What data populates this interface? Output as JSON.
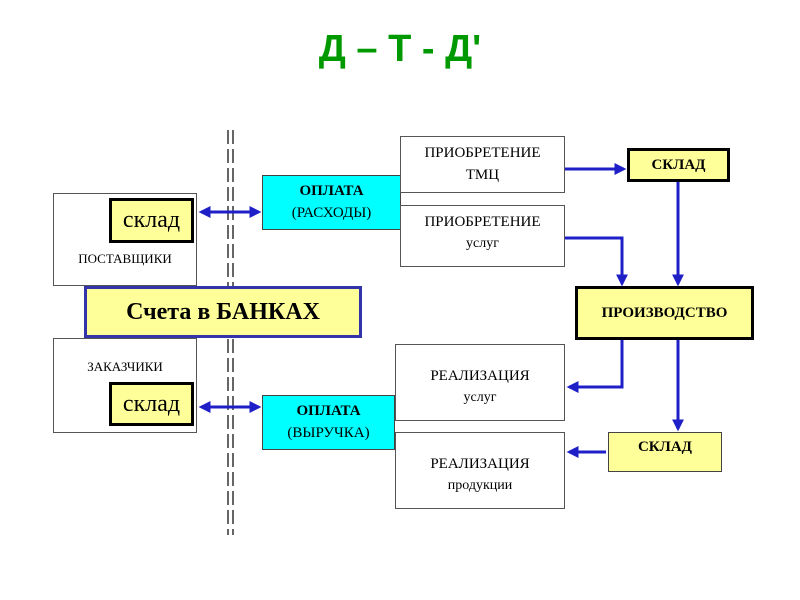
{
  "title": "Д – Т - Д'",
  "colors": {
    "title": "#009900",
    "arrow": "#1f1fc8",
    "yellow": "#ffff99",
    "cyan": "#00ffff",
    "bank_border": "#3333aa"
  },
  "suppliers": {
    "label": "ПОСТАВЩИКИ",
    "stock": "склад"
  },
  "customers": {
    "label": "ЗАКАЗЧИКИ",
    "stock": "склад"
  },
  "banks": "Счета в БАНКАХ",
  "payment_out": {
    "line1": "ОПЛАТА",
    "line2": "(РАСХОДЫ)"
  },
  "payment_in": {
    "line1": "ОПЛАТА",
    "line2": "(ВЫРУЧКА)"
  },
  "purchase_goods": {
    "line1": "ПРИОБРЕТЕНИЕ",
    "line2": "ТМЦ"
  },
  "purchase_services": {
    "line1": "ПРИОБРЕТЕНИЕ",
    "line2": "услуг"
  },
  "warehouse_top": "СКЛАД",
  "production": "ПРОИЗВОДСТВО",
  "warehouse_bottom": "СКЛАД",
  "sale_services": {
    "line1": "РЕАЛИЗАЦИЯ",
    "line2": "услуг"
  },
  "sale_products": {
    "line1": "РЕАЛИЗАЦИЯ",
    "line2": "продукции"
  }
}
